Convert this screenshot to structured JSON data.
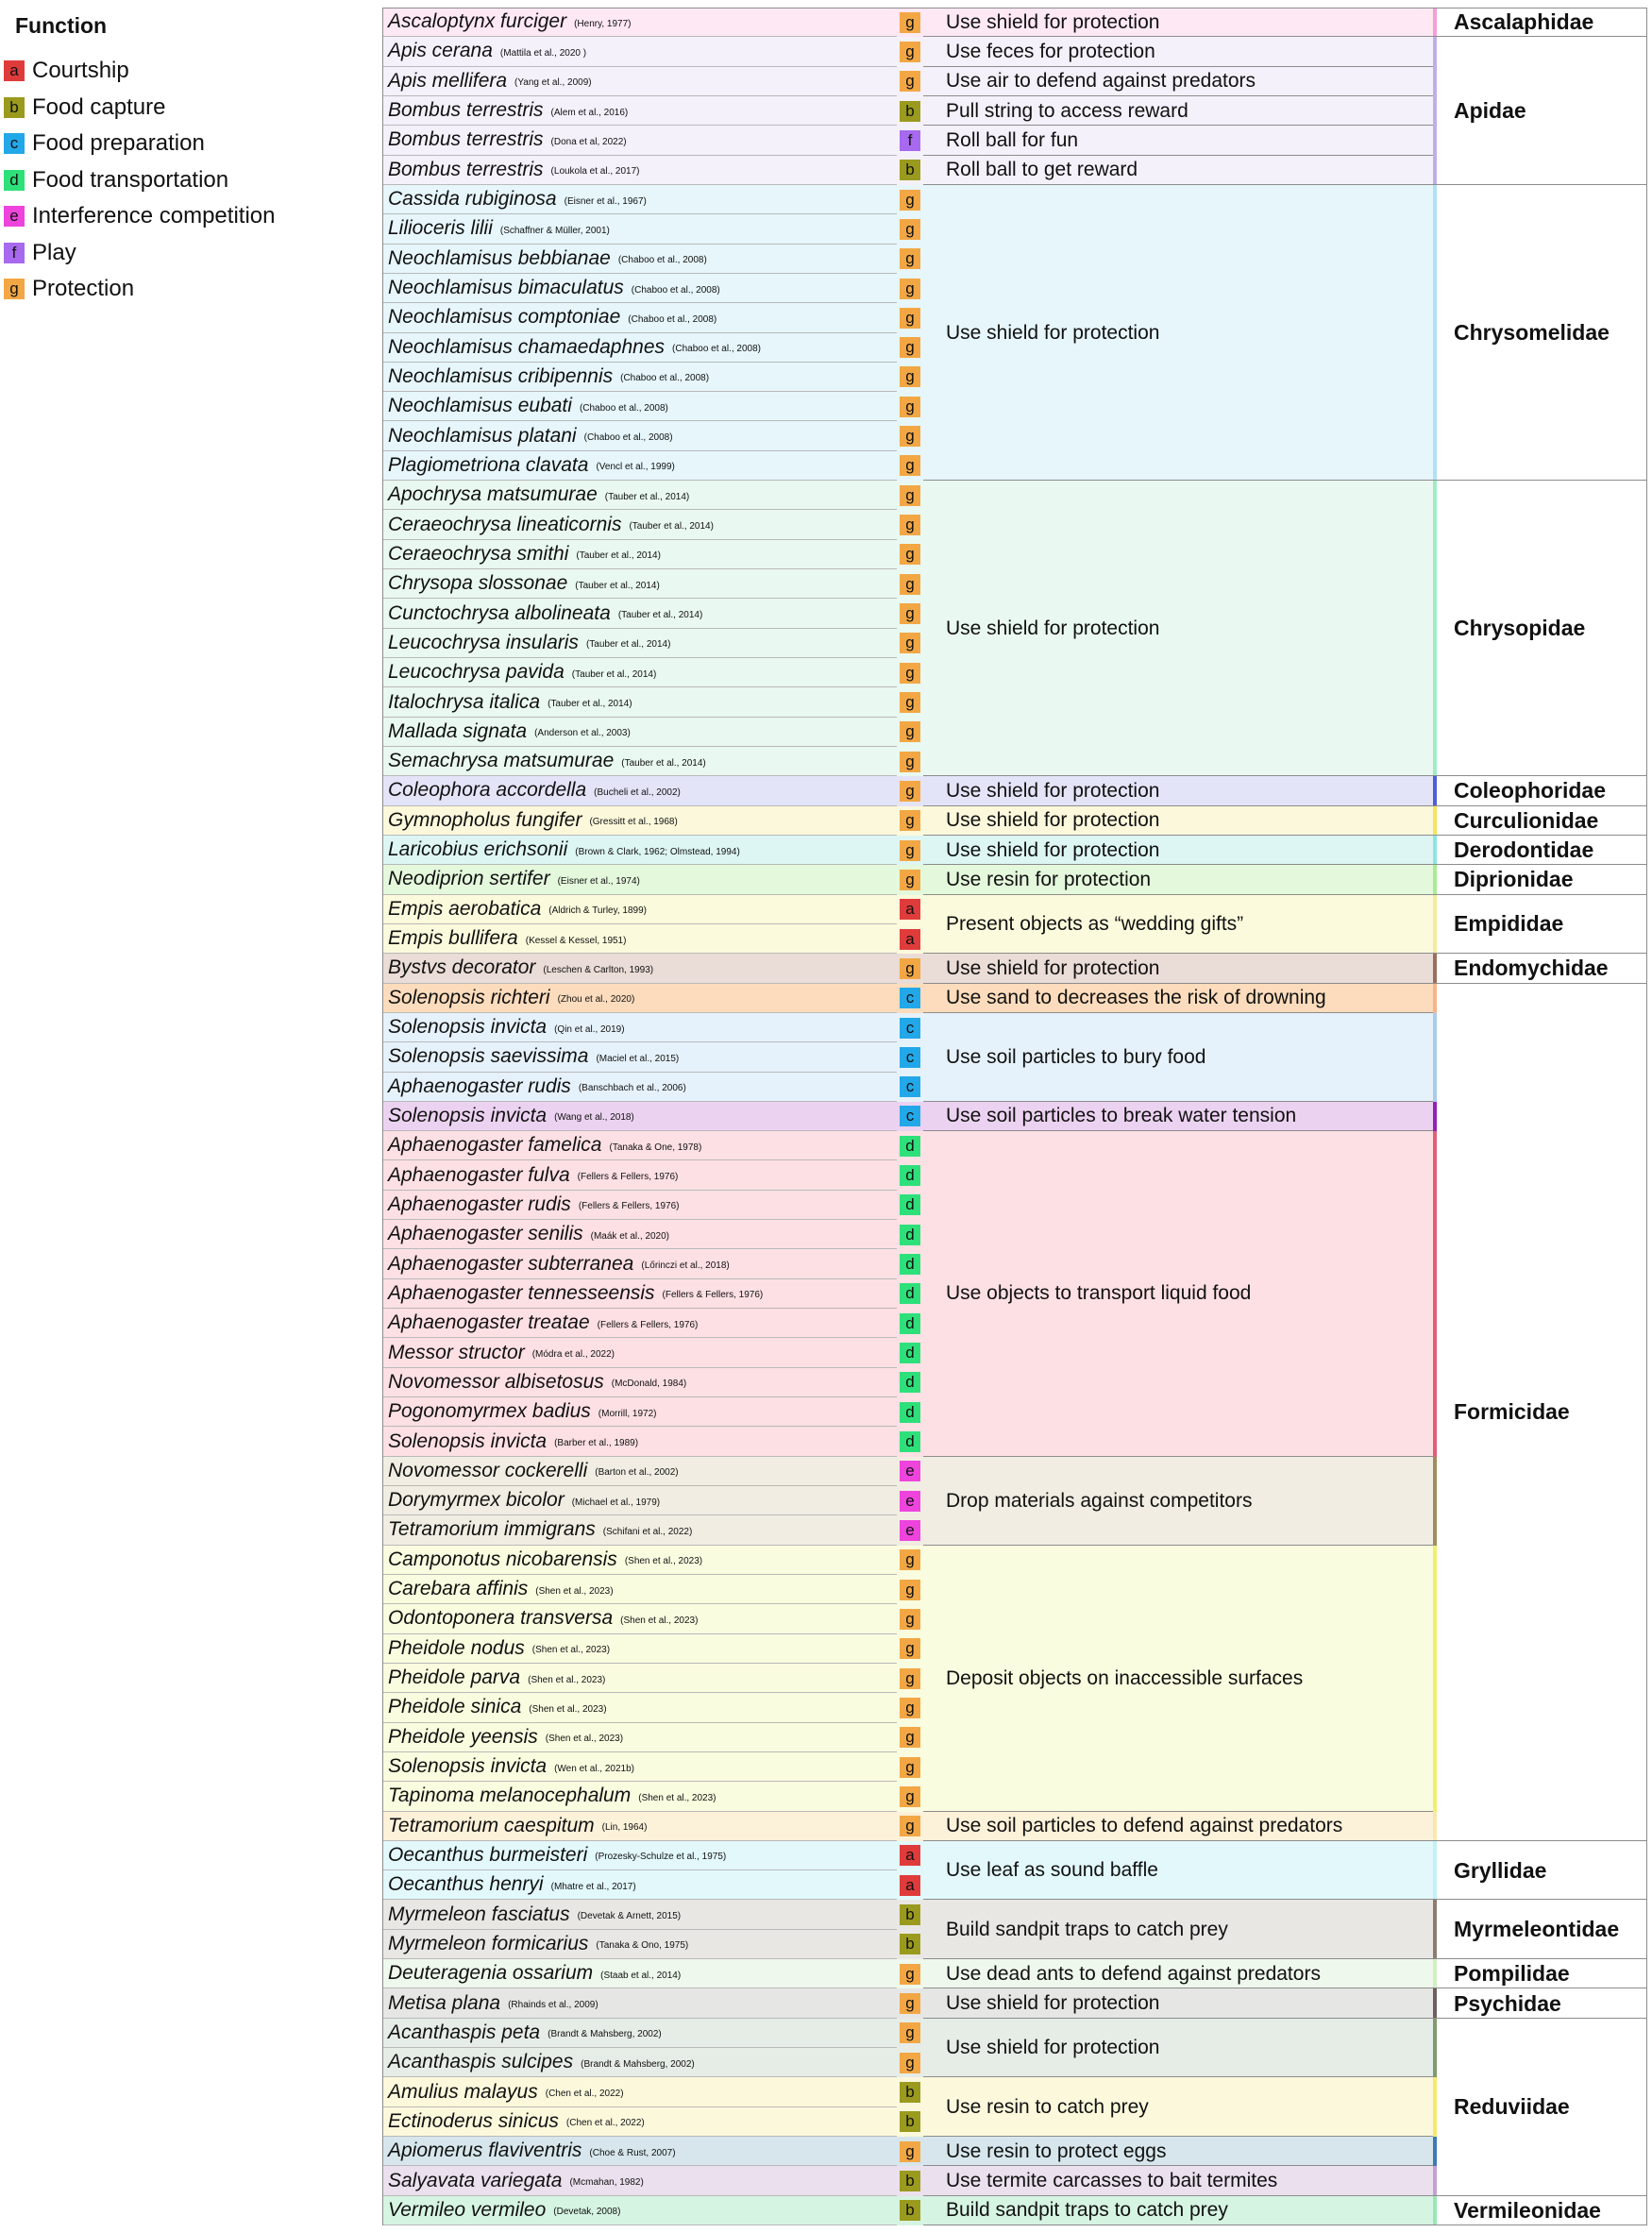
{
  "legend": {
    "title": "Function",
    "items": [
      {
        "code": "a",
        "label": "Courtship",
        "color": "#e03b3b"
      },
      {
        "code": "b",
        "label": "Food capture",
        "color": "#9a9a1e"
      },
      {
        "code": "c",
        "label": "Food preparation",
        "color": "#22a8e8"
      },
      {
        "code": "d",
        "label": "Food transportation",
        "color": "#2ee07a"
      },
      {
        "code": "e",
        "label": "Interference competition",
        "color": "#ee44dd"
      },
      {
        "code": "f",
        "label": "Play",
        "color": "#a769ee"
      },
      {
        "code": "g",
        "label": "Protection",
        "color": "#f2a744"
      }
    ]
  },
  "rows": [
    {
      "species": "Ascaloptynx furciger",
      "citation": "(Henry, 1977)",
      "code": "g"
    },
    {
      "species": "Apis cerana",
      "citation": "(Mattila et al., 2020 )",
      "code": "g"
    },
    {
      "species": "Apis mellifera",
      "citation": "(Yang et al., 2009)",
      "code": "g"
    },
    {
      "species": "Bombus terrestris",
      "citation": "(Alem et al., 2016)",
      "code": "b"
    },
    {
      "species": "Bombus terrestris",
      "citation": "(Dona et al, 2022)",
      "code": "f"
    },
    {
      "species": "Bombus terrestris",
      "citation": "(Loukola et al., 2017)",
      "code": "b"
    },
    {
      "species": "Cassida rubiginosa",
      "citation": "(Eisner et al., 1967)",
      "code": "g"
    },
    {
      "species": "Lilioceris lilii",
      "citation": "(Schaffner & Müller, 2001)",
      "code": "g"
    },
    {
      "species": "Neochlamisus bebbianae",
      "citation": "(Chaboo et al., 2008)",
      "code": "g"
    },
    {
      "species": "Neochlamisus bimaculatus",
      "citation": "(Chaboo et al., 2008)",
      "code": "g"
    },
    {
      "species": "Neochlamisus comptoniae",
      "citation": "(Chaboo et al., 2008)",
      "code": "g"
    },
    {
      "species": "Neochlamisus chamaedaphnes",
      "citation": "(Chaboo et al., 2008)",
      "code": "g"
    },
    {
      "species": "Neochlamisus cribipennis",
      "citation": "(Chaboo et al., 2008)",
      "code": "g"
    },
    {
      "species": "Neochlamisus eubati",
      "citation": "(Chaboo et al., 2008)",
      "code": "g"
    },
    {
      "species": "Neochlamisus platani",
      "citation": "(Chaboo et al., 2008)",
      "code": "g"
    },
    {
      "species": "Plagiometriona clavata",
      "citation": "(Vencl et al., 1999)",
      "code": "g"
    },
    {
      "species": "Apochrysa matsumurae",
      "citation": "(Tauber et al., 2014)",
      "code": "g"
    },
    {
      "species": "Ceraeochrysa lineaticornis",
      "citation": "(Tauber et al., 2014)",
      "code": "g"
    },
    {
      "species": "Ceraeochrysa smithi",
      "citation": "(Tauber et al., 2014)",
      "code": "g"
    },
    {
      "species": "Chrysopa slossonae",
      "citation": "(Tauber et al., 2014)",
      "code": "g"
    },
    {
      "species": "Cunctochrysa albolineata",
      "citation": "(Tauber et al., 2014)",
      "code": "g"
    },
    {
      "species": "Leucochrysa insularis",
      "citation": "(Tauber et al., 2014)",
      "code": "g"
    },
    {
      "species": "Leucochrysa pavida",
      "citation": "(Tauber et al., 2014)",
      "code": "g"
    },
    {
      "species": "Italochrysa italica",
      "citation": "(Tauber et al., 2014)",
      "code": "g"
    },
    {
      "species": "Mallada signata",
      "citation": "(Anderson et al., 2003)",
      "code": "g"
    },
    {
      "species": "Semachrysa matsumurae",
      "citation": "(Tauber et al., 2014)",
      "code": "g"
    },
    {
      "species": "Coleophora accordella",
      "citation": "(Bucheli et al., 2002)",
      "code": "g"
    },
    {
      "species": "Gymnopholus fungifer",
      "citation": "(Gressitt et al., 1968)",
      "code": "g"
    },
    {
      "species": "Laricobius erichsonii",
      "citation": "(Brown & Clark, 1962; Olmstead, 1994)",
      "code": "g"
    },
    {
      "species": "Neodiprion sertifer",
      "citation": "(Eisner et al., 1974)",
      "code": "g"
    },
    {
      "species": "Empis aerobatica",
      "citation": "(Aldrich & Turley, 1899)",
      "code": "a"
    },
    {
      "species": "Empis bullifera",
      "citation": "(Kessel & Kessel, 1951)",
      "code": "a"
    },
    {
      "species": "Bystvs decorator",
      "citation": "(Leschen & Carlton, 1993)",
      "code": "g"
    },
    {
      "species": "Solenopsis richteri",
      "citation": "(Zhou et al., 2020)",
      "code": "c"
    },
    {
      "species": "Solenopsis invicta",
      "citation": "(Qin et al., 2019)",
      "code": "c"
    },
    {
      "species": "Solenopsis saevissima",
      "citation": "(Maciel et al., 2015)",
      "code": "c"
    },
    {
      "species": "Aphaenogaster rudis",
      "citation": "(Banschbach et al., 2006)",
      "code": "c"
    },
    {
      "species": "Solenopsis invicta",
      "citation": "(Wang et al., 2018)",
      "code": "c"
    },
    {
      "species": "Aphaenogaster famelica",
      "citation": "(Tanaka & One, 1978)",
      "code": "d"
    },
    {
      "species": "Aphaenogaster fulva",
      "citation": "(Fellers & Fellers, 1976)",
      "code": "d"
    },
    {
      "species": "Aphaenogaster rudis",
      "citation": "(Fellers & Fellers, 1976)",
      "code": "d"
    },
    {
      "species": "Aphaenogaster senilis",
      "citation": "(Maák et al., 2020)",
      "code": "d"
    },
    {
      "species": "Aphaenogaster subterranea",
      "citation": "(Lőrinczi et al., 2018)",
      "code": "d"
    },
    {
      "species": "Aphaenogaster tennesseensis",
      "citation": "(Fellers & Fellers, 1976)",
      "code": "d"
    },
    {
      "species": "Aphaenogaster treatae",
      "citation": "(Fellers & Fellers, 1976)",
      "code": "d"
    },
    {
      "species": "Messor structor",
      "citation": "(Módra et al., 2022)",
      "code": "d"
    },
    {
      "species": "Novomessor albisetosus",
      "citation": "(McDonald, 1984)",
      "code": "d"
    },
    {
      "species": "Pogonomyrmex badius",
      "citation": "(Morrill, 1972)",
      "code": "d"
    },
    {
      "species": "Solenopsis invicta",
      "citation": "(Barber et al., 1989)",
      "code": "d"
    },
    {
      "species": "Novomessor cockerelli",
      "citation": "(Barton et al., 2002)",
      "code": "e"
    },
    {
      "species": "Dorymyrmex bicolor",
      "citation": "(Michael et al., 1979)",
      "code": "e"
    },
    {
      "species": "Tetramorium immigrans",
      "citation": "(Schifani et al., 2022)",
      "code": "e"
    },
    {
      "species": "Camponotus nicobarensis",
      "citation": "(Shen et al., 2023)",
      "code": "g"
    },
    {
      "species": "Carebara affinis",
      "citation": "(Shen et al., 2023)",
      "code": "g"
    },
    {
      "species": "Odontoponera transversa",
      "citation": "(Shen et al., 2023)",
      "code": "g"
    },
    {
      "species": "Pheidole nodus",
      "citation": "(Shen et al., 2023)",
      "code": "g"
    },
    {
      "species": "Pheidole parva",
      "citation": "(Shen et al., 2023)",
      "code": "g"
    },
    {
      "species": "Pheidole sinica",
      "citation": "(Shen et al., 2023)",
      "code": "g"
    },
    {
      "species": "Pheidole yeensis",
      "citation": "(Shen et al., 2023)",
      "code": "g"
    },
    {
      "species": "Solenopsis invicta",
      "citation": "(Wen et al., 2021b)",
      "code": "g"
    },
    {
      "species": "Tapinoma melanocephalum",
      "citation": "(Shen et al., 2023)",
      "code": "g"
    },
    {
      "species": "Tetramorium caespitum",
      "citation": "(Lin, 1964)",
      "code": "g"
    },
    {
      "species": "Oecanthus burmeisteri",
      "citation": "(Prozesky-Schulze et al., 1975)",
      "code": "a"
    },
    {
      "species": "Oecanthus henryi",
      "citation": "(Mhatre et al., 2017)",
      "code": "a"
    },
    {
      "species": "Myrmeleon fasciatus",
      "citation": "(Devetak & Arnett, 2015)",
      "code": "b"
    },
    {
      "species": "Myrmeleon formicarius",
      "citation": "(Tanaka & Ono, 1975)",
      "code": "b"
    },
    {
      "species": "Deuteragenia ossarium",
      "citation": "(Staab et al., 2014)",
      "code": "g"
    },
    {
      "species": "Metisa plana",
      "citation": "(Rhainds et al., 2009)",
      "code": "g"
    },
    {
      "species": "Acanthaspis peta",
      "citation": "(Brandt & Mahsberg, 2002)",
      "code": "g"
    },
    {
      "species": "Acanthaspis sulcipes",
      "citation": "(Brandt & Mahsberg, 2002)",
      "code": "g"
    },
    {
      "species": "Amulius malayus",
      "citation": "(Chen et al., 2022)",
      "code": "b"
    },
    {
      "species": "Ectinoderus sinicus",
      "citation": "(Chen et al., 2022)",
      "code": "b"
    },
    {
      "species": "Apiomerus flaviventris",
      "citation": "(Choe & Rust, 2007)",
      "code": "g"
    },
    {
      "species": "Salyavata variegata",
      "citation": "(Mcmahan, 1982)",
      "code": "b"
    },
    {
      "species": "Vermileo vermileo",
      "citation": "(Devetak, 2008)",
      "code": "b"
    }
  ],
  "function_groups": [
    {
      "text": "Use shield for protection",
      "start": 0,
      "end": 0,
      "bg": "#fde8f3"
    },
    {
      "text": "Use feces for protection",
      "start": 1,
      "end": 1,
      "bg": "#f4f1fb"
    },
    {
      "text": "Use air to defend against predators",
      "start": 2,
      "end": 2,
      "bg": "#f4f1fb"
    },
    {
      "text": "Pull string to access reward",
      "start": 3,
      "end": 3,
      "bg": "#f4f1fb"
    },
    {
      "text": "Roll ball for fun",
      "start": 4,
      "end": 4,
      "bg": "#f4f1fb"
    },
    {
      "text": "Roll ball to get reward",
      "start": 5,
      "end": 5,
      "bg": "#f4f1fb"
    },
    {
      "text": "Use shield for protection",
      "start": 6,
      "end": 15,
      "bg": "#e6f6fb"
    },
    {
      "text": "Use shield for protection",
      "start": 16,
      "end": 25,
      "bg": "#e9f8f1"
    },
    {
      "text": "Use shield for protection",
      "start": 26,
      "end": 26,
      "bg": "#e4e4f8"
    },
    {
      "text": "Use shield for protection",
      "start": 27,
      "end": 27,
      "bg": "#fbf8dc"
    },
    {
      "text": "Use shield for protection",
      "start": 28,
      "end": 28,
      "bg": "#ddf6f4"
    },
    {
      "text": "Use resin for protection",
      "start": 29,
      "end": 29,
      "bg": "#e4f8dc"
    },
    {
      "text": "Present objects as “wedding gifts”",
      "start": 30,
      "end": 31,
      "bg": "#fbfadc"
    },
    {
      "text": "Use shield for protection",
      "start": 32,
      "end": 32,
      "bg": "#eadcd6"
    },
    {
      "text": "Use sand to decreases the risk of drowning",
      "start": 33,
      "end": 33,
      "bg": "#fcdcbc"
    },
    {
      "text": "Use soil particles to bury food",
      "start": 34,
      "end": 36,
      "bg": "#e6f2fb"
    },
    {
      "text": "Use soil particles to break water tension",
      "start": 37,
      "end": 37,
      "bg": "#ecd2f1"
    },
    {
      "text": "Use objects to transport liquid food",
      "start": 38,
      "end": 48,
      "bg": "#fde0e4"
    },
    {
      "text": "Drop materials against competitors",
      "start": 49,
      "end": 51,
      "bg": "#f1ede2"
    },
    {
      "text": "Deposit objects on inaccessible surfaces",
      "start": 52,
      "end": 60,
      "bg": "#fafcdf"
    },
    {
      "text": "Use soil particles to defend against predators",
      "start": 61,
      "end": 61,
      "bg": "#fcf1d9"
    },
    {
      "text": "Use leaf as sound baffle",
      "start": 62,
      "end": 63,
      "bg": "#e2f8fb"
    },
    {
      "text": "Build sandpit traps to catch prey",
      "start": 64,
      "end": 65,
      "bg": "#e9e7e4"
    },
    {
      "text": "Use dead ants to defend against predators",
      "start": 66,
      "end": 66,
      "bg": "#eef8ec"
    },
    {
      "text": "Use shield for protection",
      "start": 67,
      "end": 67,
      "bg": "#e6e6e4"
    },
    {
      "text": "Use shield for protection",
      "start": 68,
      "end": 69,
      "bg": "#e6ece6"
    },
    {
      "text": "Use resin to catch prey",
      "start": 70,
      "end": 71,
      "bg": "#fbf8dc"
    },
    {
      "text": "Use resin to protect eggs",
      "start": 72,
      "end": 72,
      "bg": "#d6e6ec"
    },
    {
      "text": "Use termite carcasses to bait termites",
      "start": 73,
      "end": 73,
      "bg": "#ebe0ee"
    },
    {
      "text": "Build sandpit traps to catch prey",
      "start": 74,
      "end": 74,
      "bg": "#d6f4e2"
    }
  ],
  "families": [
    {
      "name": "Ascalaphidae",
      "start": 0,
      "end": 0,
      "bar": "#f3a0d6"
    },
    {
      "name": "Apidae",
      "start": 1,
      "end": 5,
      "bar": "#c0aee8"
    },
    {
      "name": "Chrysomelidae",
      "start": 6,
      "end": 15,
      "bar": "#aee2f4"
    },
    {
      "name": "Chrysopidae",
      "start": 16,
      "end": 25,
      "bar": "#9eecc6"
    },
    {
      "name": "Coleophoridae",
      "start": 26,
      "end": 26,
      "bar": "#4c5fd6"
    },
    {
      "name": "Curculionidae",
      "start": 27,
      "end": 27,
      "bar": "#f5e55e"
    },
    {
      "name": "Derodontidae",
      "start": 28,
      "end": 28,
      "bar": "#8ee4e4"
    },
    {
      "name": "Diprionidae",
      "start": 29,
      "end": 29,
      "bar": "#a8ec94"
    },
    {
      "name": "Empididae",
      "start": 30,
      "end": 31,
      "bar": "#f1ec9e"
    },
    {
      "name": "Endomychidae",
      "start": 32,
      "end": 32,
      "bar": "#9c6e5e"
    },
    {
      "name": "Formicidae",
      "start": 33,
      "end": 61,
      "bar": ""
    },
    {
      "name": "Gryllidae",
      "start": 62,
      "end": 63,
      "bar": "#c4f1f8"
    },
    {
      "name": "Myrmeleontidae",
      "start": 64,
      "end": 65,
      "bar": "#8c7e6e"
    },
    {
      "name": "Pompilidae",
      "start": 66,
      "end": 66,
      "bar": "#d0f0c4"
    },
    {
      "name": "Psychidae",
      "start": 67,
      "end": 67,
      "bar": "#6e5e5e"
    },
    {
      "name": "Reduviidae",
      "start": 68,
      "end": 73,
      "bar": ""
    },
    {
      "name": "Vermileonidae",
      "start": 74,
      "end": 74,
      "bar": "#98e8b4"
    }
  ],
  "bar_segments": [
    {
      "start": 33,
      "end": 33,
      "color": "#f6b48a"
    },
    {
      "start": 34,
      "end": 36,
      "color": "#a8cdea"
    },
    {
      "start": 37,
      "end": 37,
      "color": "#9422b4"
    },
    {
      "start": 38,
      "end": 48,
      "color": "#e0607a"
    },
    {
      "start": 49,
      "end": 51,
      "color": "#9e8e5e"
    },
    {
      "start": 52,
      "end": 60,
      "color": "#eef070"
    },
    {
      "start": 61,
      "end": 61,
      "color": "#fbe6b0"
    },
    {
      "start": 68,
      "end": 69,
      "color": "#7e9a6e"
    },
    {
      "start": 70,
      "end": 71,
      "color": "#f5ea6e"
    },
    {
      "start": 72,
      "end": 72,
      "color": "#3e7ab4"
    },
    {
      "start": 73,
      "end": 73,
      "color": "#c4a0d0"
    }
  ]
}
